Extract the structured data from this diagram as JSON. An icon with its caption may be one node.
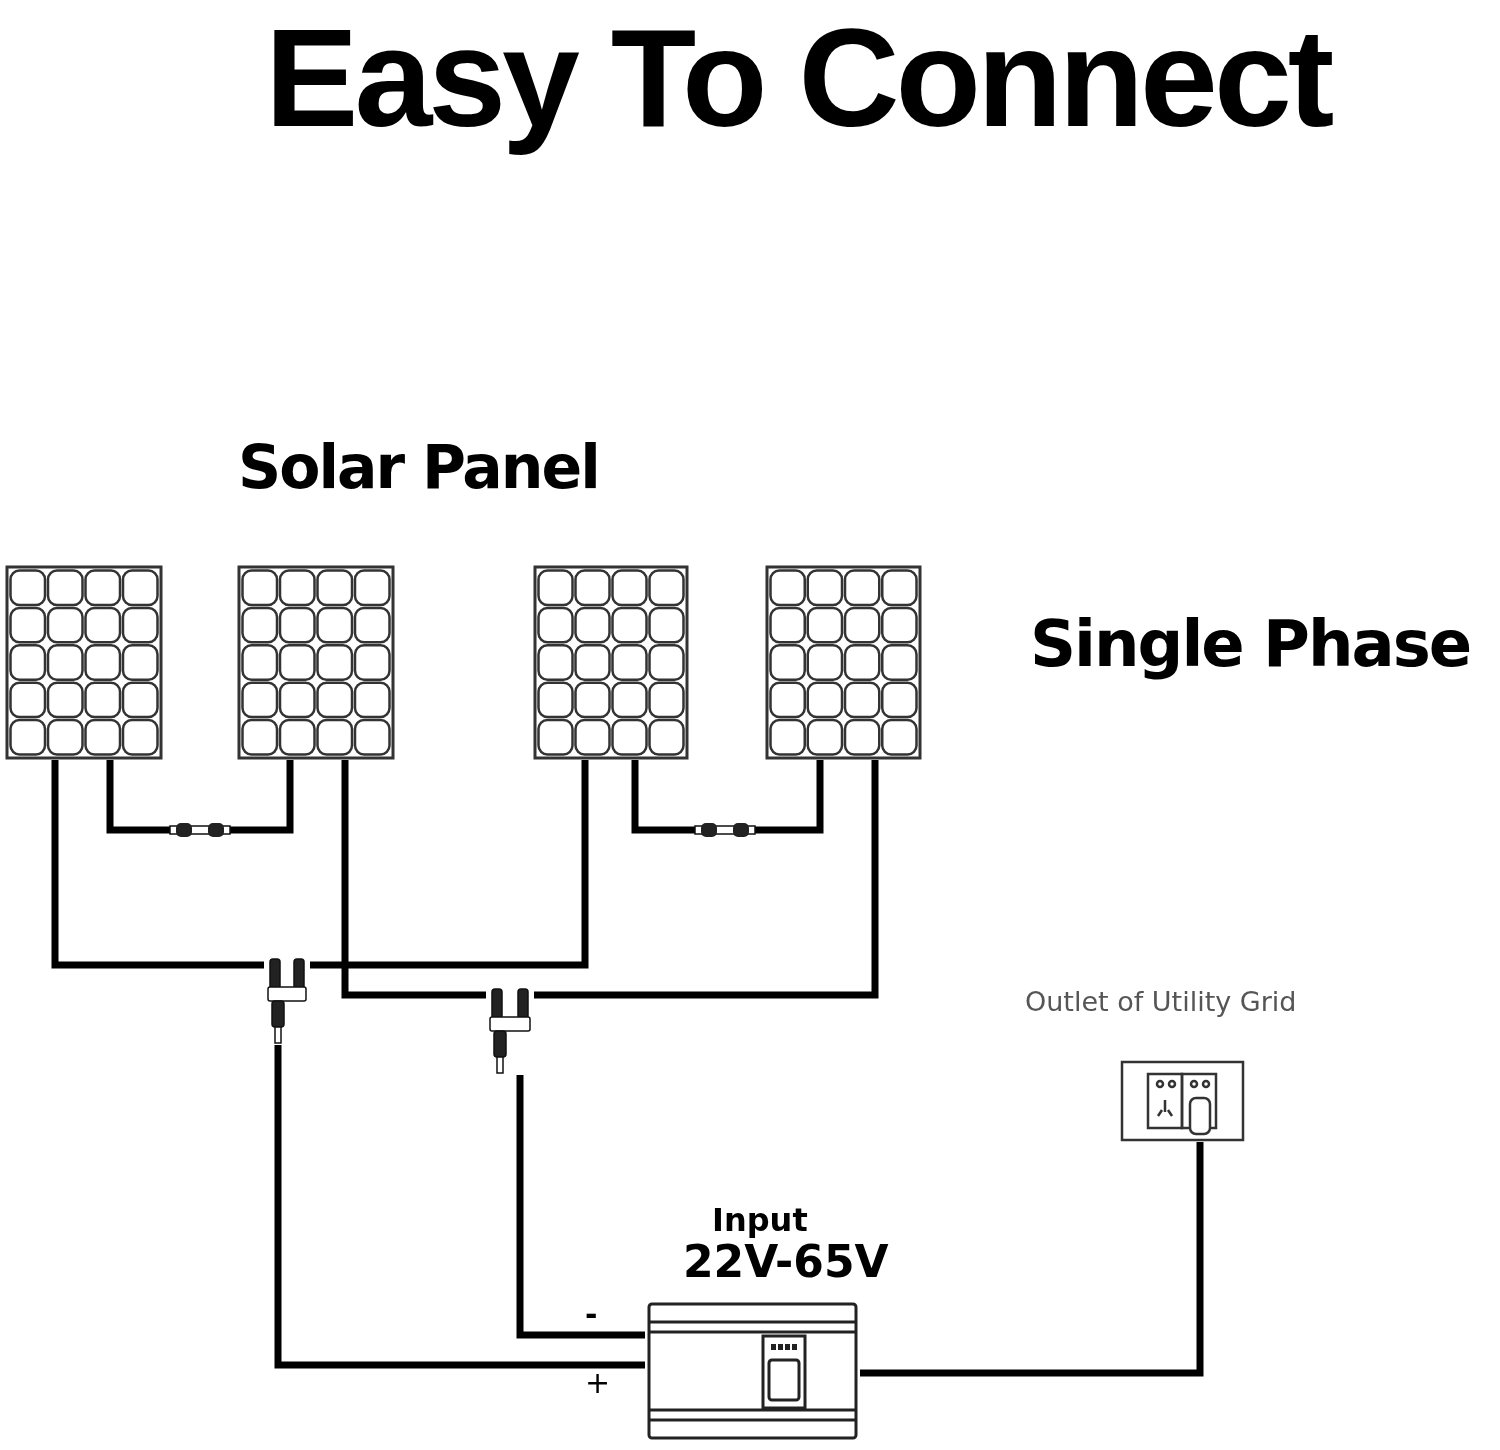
{
  "diagram": {
    "title": "Easy To Connect",
    "nodes": [
      {
        "text": [],
        "shape": "picture"
      },
      {
        "text": [],
        "shape": "picture"
      },
      {
        "text": [],
        "shape": "picture"
      },
      {
        "text": [],
        "shape": "picture"
      },
      {
        "text": [],
        "shape": "picture"
      },
      {
        "text": [],
        "shape": "picture"
      },
      {
        "text": [],
        "shape": "picture",
        "beside": [
          "Input",
          "22V-65V"
        ]
      },
      {
        "text": [],
        "shape": "picture",
        "beside": [
          "Outlet of Utility Grid"
        ]
      }
    ],
    "edges": [
      {
        "from": 0,
        "to": 4,
        "arrow": "none"
      },
      {
        "from": 0,
        "to": 1,
        "arrow": "none"
      },
      {
        "from": 1,
        "to": 5,
        "arrow": "none"
      },
      {
        "from": 2,
        "to": 4,
        "arrow": "none"
      },
      {
        "from": 2,
        "to": 3,
        "arrow": "none"
      },
      {
        "from": 3,
        "to": 5,
        "arrow": "none"
      },
      {
        "from": 4,
        "to": 6,
        "arrow": "none"
      },
      {
        "from": 5,
        "to": 6,
        "arrow": "none"
      },
      {
        "from": 6,
        "to": 7,
        "arrow": "none"
      }
    ],
    "labels": [
      "Solar Panel",
      "Single Phase",
      "-",
      "+"
    ]
  }
}
